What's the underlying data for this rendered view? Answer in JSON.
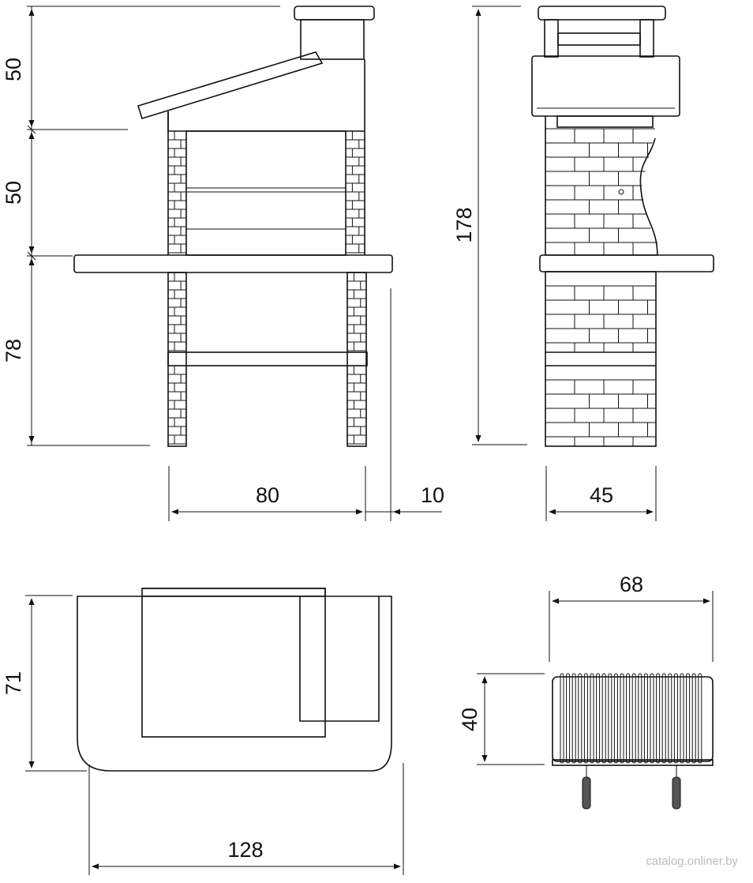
{
  "dimensions": {
    "front_height_top": "50",
    "front_height_middle": "50",
    "front_height_bottom": "78",
    "front_width": "80",
    "front_overhang": "10",
    "side_total_height": "178",
    "side_depth": "45",
    "plan_depth": "71",
    "plan_width": "128",
    "grill_width": "68",
    "grill_depth": "40"
  },
  "watermark": "catalog.onliner.by"
}
